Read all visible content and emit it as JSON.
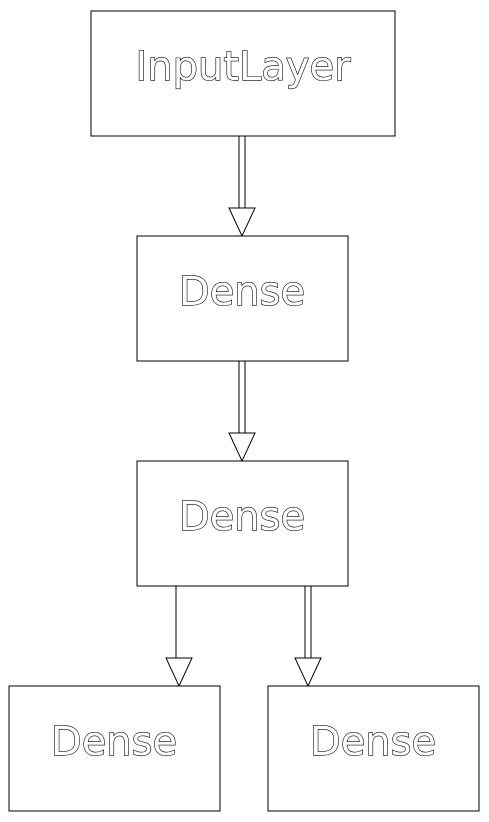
{
  "nodes": [
    {
      "id": "input-layer",
      "label": "InputLayer"
    },
    {
      "id": "dense-1",
      "label": "Dense"
    },
    {
      "id": "dense-2",
      "label": "Dense"
    },
    {
      "id": "dense-3",
      "label": "Dense"
    },
    {
      "id": "dense-4",
      "label": "Dense"
    }
  ],
  "edges": [
    {
      "from": "input-layer",
      "to": "dense-1"
    },
    {
      "from": "dense-1",
      "to": "dense-2"
    },
    {
      "from": "dense-2",
      "to": "dense-3"
    },
    {
      "from": "dense-2",
      "to": "dense-4"
    }
  ],
  "colors": {
    "background": "#ffffff",
    "stroke": "#000000",
    "text_fill": "#ffffff"
  }
}
